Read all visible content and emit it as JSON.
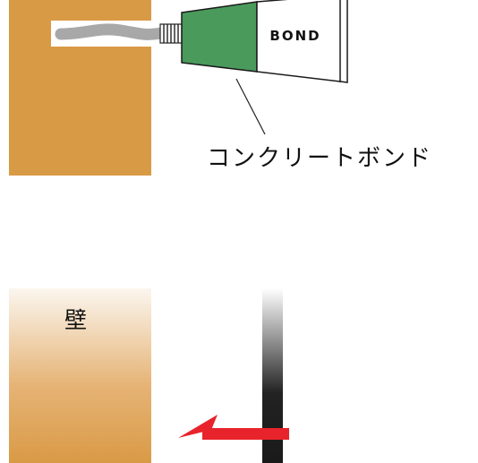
{
  "colors": {
    "wall": "#d99a45",
    "wall_fade_top": "#fbf6ef",
    "tube_green": "#4a9a5c",
    "arrow_red": "#e8232b",
    "rod_dark": "#1a1a1a",
    "cable_gray": "#a8a8a8"
  },
  "tube": {
    "label": "BOND"
  },
  "callout": {
    "text": "コンクリートボンド"
  },
  "wall_section": {
    "label": "壁"
  },
  "icons": {
    "arrow": "left-arrow-icon",
    "nozzle": "threaded-nozzle-icon"
  }
}
